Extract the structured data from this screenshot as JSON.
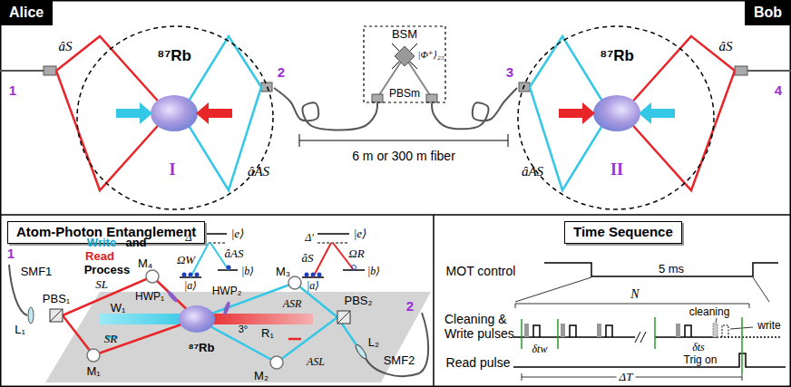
{
  "diagram": {
    "nodes": [
      {
        "text": [
          "Alice"
        ]
      },
      {
        "text": [
          "Bob"
        ]
      },
      {
        "text": [
          "⁸⁷Rb",
          "I"
        ]
      },
      {
        "text": [
          "⁸⁷Rb",
          "II"
        ]
      },
      {
        "text": [
          "BSM",
          "|Φ⁺⟩₂₃",
          "PBSm"
        ]
      },
      {
        "text": [
          "Atom-Photon Entanglement"
        ]
      },
      {
        "text": [
          "Time Sequence"
        ]
      }
    ],
    "edges": [
      {
        "from": 2,
        "to": 4,
        "arrow": "none"
      },
      {
        "from": 4,
        "to": 3,
        "arrow": "none"
      }
    ],
    "labels": [
      "1",
      "2",
      "3",
      "4",
      "âS",
      "âAS",
      "âAS",
      "âS",
      "6 m or 300 m fiber",
      "Write",
      "and",
      "Read",
      "Process",
      "Δ",
      "|e⟩",
      "ΩW",
      "âAS",
      "|a⟩",
      "|b⟩",
      "Δ'",
      "|e⟩",
      "âS",
      "ΩR",
      "|a⟩",
      "|b⟩",
      "1",
      "SMF1",
      "PBS₁",
      "L₁",
      "SL",
      "M₄",
      "HWP₁",
      "W₁",
      "SR",
      "M₁",
      "⁸⁷Rb",
      "HWP₂",
      "M₃",
      "R₁",
      "3°",
      "ASR",
      "PBS₂",
      "M₂",
      "ASL",
      "L₂",
      "2",
      "SMF2",
      "MOT control",
      "5 ms",
      "Cleaning & Write pulses",
      "N",
      "cleaning",
      "write",
      "δtw",
      "δts",
      "Read pulse",
      "Trig on",
      "ΔT"
    ]
  }
}
